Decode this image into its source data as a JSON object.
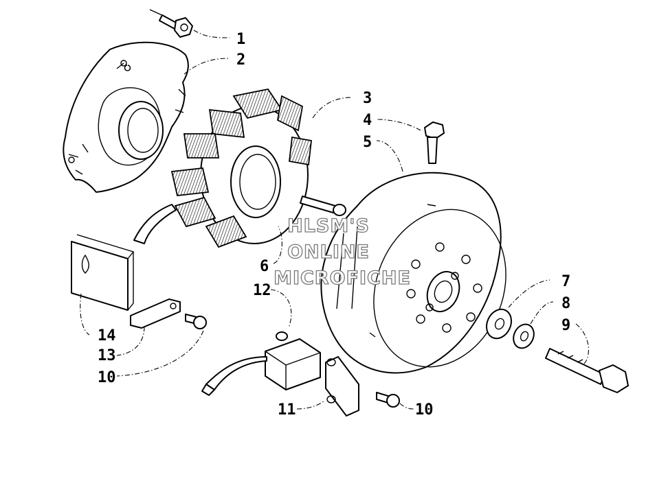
{
  "watermark": {
    "line1": "HLSM'S",
    "line2": "ONLINE",
    "line3": "MICROFICHE"
  },
  "callouts": [
    {
      "id": "c1",
      "label": "1"
    },
    {
      "id": "c2",
      "label": "2"
    },
    {
      "id": "c3",
      "label": "3"
    },
    {
      "id": "c4",
      "label": "4"
    },
    {
      "id": "c5",
      "label": "5"
    },
    {
      "id": "c6",
      "label": "6"
    },
    {
      "id": "c7",
      "label": "7"
    },
    {
      "id": "c8",
      "label": "8"
    },
    {
      "id": "c9",
      "label": "9"
    },
    {
      "id": "c10a",
      "label": "10"
    },
    {
      "id": "c10b",
      "label": "10"
    },
    {
      "id": "c11",
      "label": "11"
    },
    {
      "id": "c12",
      "label": "12"
    },
    {
      "id": "c13",
      "label": "13"
    },
    {
      "id": "c14",
      "label": "14"
    }
  ]
}
